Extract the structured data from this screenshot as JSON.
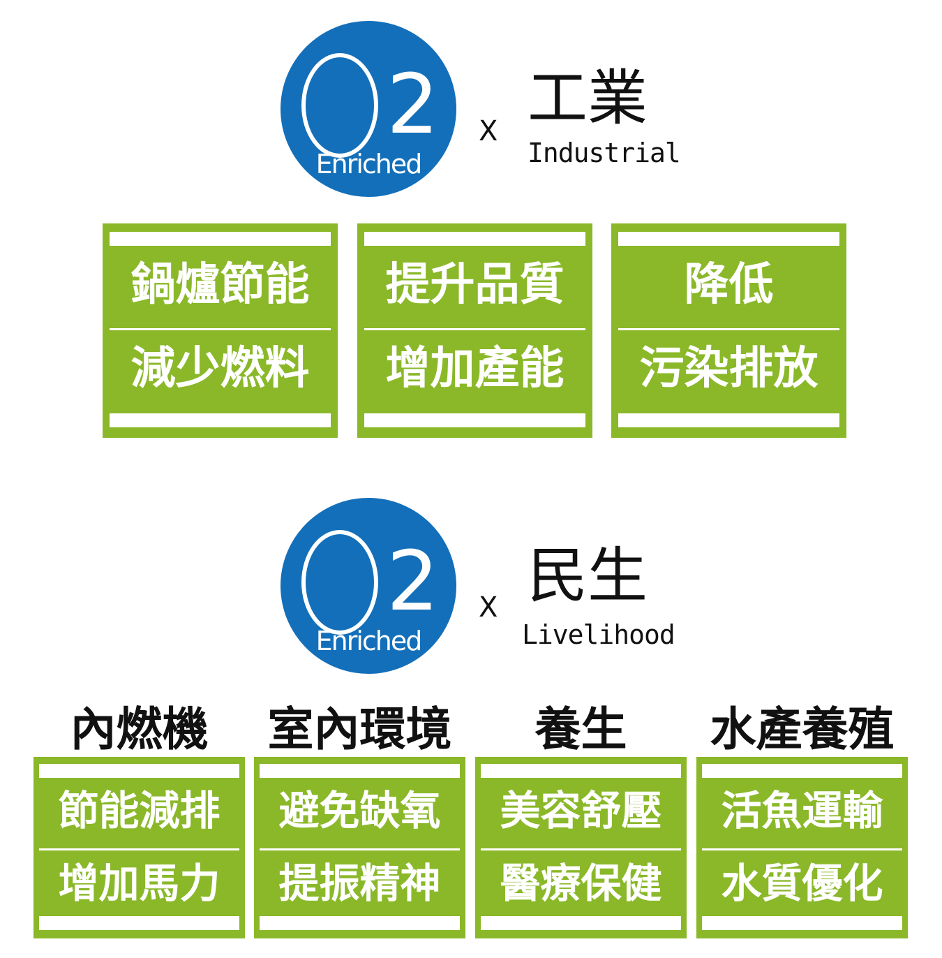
{
  "colors": {
    "logo_blue": "#136fb9",
    "card_green": "#8ab829",
    "text_dark": "#111111",
    "white": "#ffffff"
  },
  "industrial": {
    "logo": {
      "main": "O",
      "subscript": "2",
      "word": "Enriched"
    },
    "times": "X",
    "title_zh": "工業",
    "title_en": "Industrial",
    "cards": [
      {
        "line1": "鍋爐節能",
        "line2": "減少燃料"
      },
      {
        "line1": "提升品質",
        "line2": "增加產能"
      },
      {
        "line1": "降低",
        "line2": "污染排放"
      }
    ]
  },
  "livelihood": {
    "logo": {
      "main": "O",
      "subscript": "2",
      "word": "Enriched"
    },
    "times": "X",
    "title_zh": "民生",
    "title_en": "Livelihood",
    "categories": [
      {
        "label": "內燃機",
        "line1": "節能減排",
        "line2": "增加馬力"
      },
      {
        "label": "室內環境",
        "line1": "避免缺氧",
        "line2": "提振精神"
      },
      {
        "label": "養生",
        "line1": "美容舒壓",
        "line2": "醫療保健"
      },
      {
        "label": "水產養殖",
        "line1": "活魚運輸",
        "line2": "水質優化"
      }
    ]
  }
}
